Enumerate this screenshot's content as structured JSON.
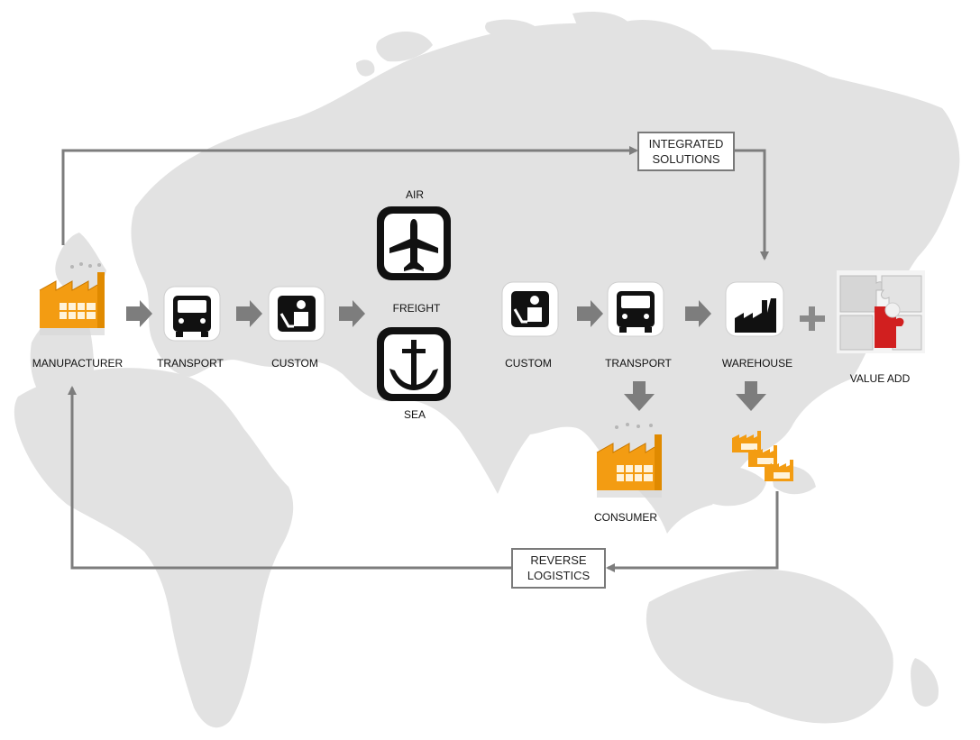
{
  "diagram": {
    "steps": {
      "manufacturer": "MANUPACTURER",
      "transport_1": "TRANSPORT",
      "custom_1": "CUSTOM",
      "air": "AIR",
      "freight": "FREIGHT",
      "sea": "SEA",
      "custom_2": "CUSTOM",
      "transport_2": "TRANSPORT",
      "warehouse": "WAREHOUSE",
      "value_add": "VALUE ADD",
      "consumer": "CONSUMER"
    },
    "boxes": {
      "integrated_line1": "INTEGRATED",
      "integrated_line2": "SOLUTIONS",
      "reverse_line1": "REVERSE",
      "reverse_line2": "LOGISTICS"
    },
    "colors": {
      "map": "#e2e2e2",
      "arrow": "#7d7d7d",
      "factory": "#f39c12",
      "puzzle_accent": "#d11f1f",
      "icon": "#111111"
    },
    "icons": [
      "factory-icon",
      "bus-icon",
      "customs-officer-icon",
      "airplane-icon",
      "anchor-icon",
      "warehouse-icon",
      "puzzle-icon",
      "plus-icon"
    ]
  }
}
